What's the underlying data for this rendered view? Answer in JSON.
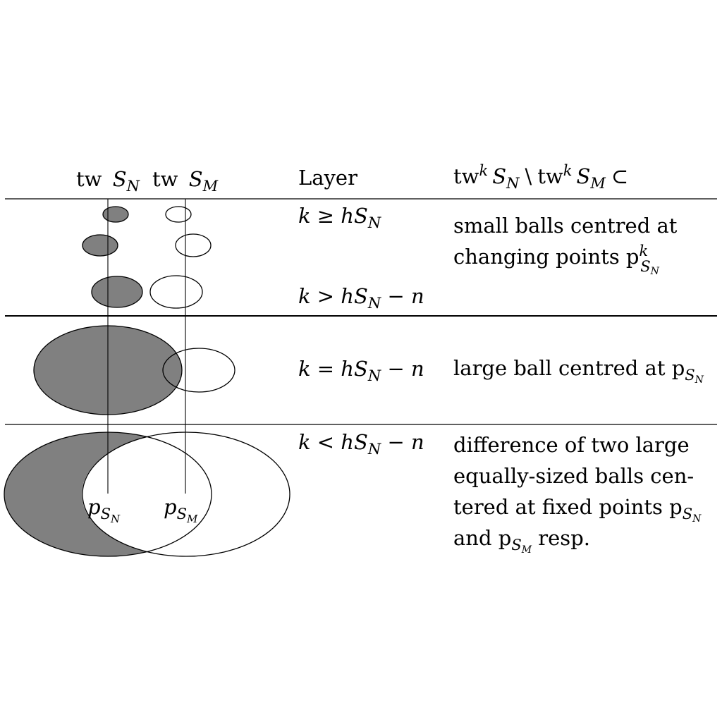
{
  "header": {
    "col1_prefix": "tw",
    "col1_symbol": "S",
    "col1_subscript": "N",
    "col2_prefix": "tw",
    "col2_symbol": "S",
    "col2_subscript": "M",
    "layer": "Layer",
    "set_expr_prefix": "tw",
    "set_expr_sup": "k",
    "set_expr_mid": "S",
    "set_expr_sub1": "N",
    "set_expr_op": "\\",
    "set_expr_prefix2": "tw",
    "set_expr_sup2": "k",
    "set_expr_mid2": "S",
    "set_expr_sub2": "M",
    "set_expr_subset": "⊂"
  },
  "rows": [
    {
      "layer_top": "k ≥ hS",
      "layer_top_sub": "N",
      "layer_bottom": "k > hS",
      "layer_bottom_sub": "N",
      "layer_bottom_tail": " − n",
      "description_line1": "small balls centred at",
      "description_line2": "changing points p",
      "description_line2_sup": "k",
      "description_line2_sub": "S",
      "description_line2_subsub": "N"
    },
    {
      "layer": "k = hS",
      "layer_sub": "N",
      "layer_tail": " − n",
      "description": "large ball centred at p",
      "description_sub": "S",
      "description_subsub": "N"
    },
    {
      "layer": "k < hS",
      "layer_sub": "N",
      "layer_tail": " − n",
      "description_line1": "difference of two large",
      "description_line2": "equally-sized balls cen-",
      "description_line3": "tered at fixed points p",
      "description_line3_sub": "S",
      "description_line3_subsub": "N",
      "description_line4_a": "and p",
      "description_line4_sub": "S",
      "description_line4_subsub": "M",
      "description_line4_b": " resp."
    }
  ],
  "points": {
    "pN_main": "p",
    "pN_sub": "S",
    "pN_subsub": "N",
    "pM_main": "p",
    "pM_sub": "S",
    "pM_subsub": "M"
  },
  "colors": {
    "filled_ball": "#808080",
    "outline": "#000000"
  }
}
